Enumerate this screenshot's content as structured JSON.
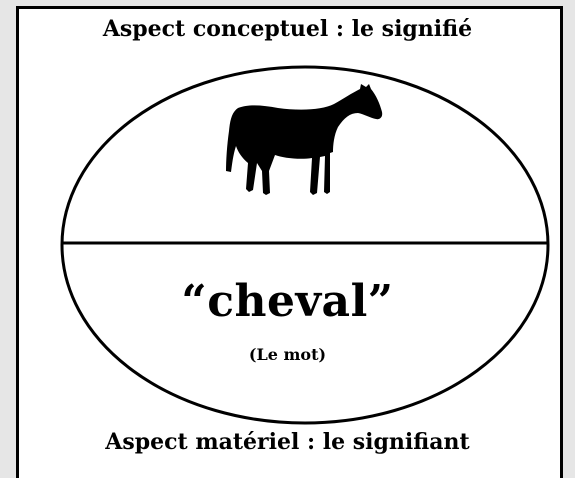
{
  "diagram": {
    "top_caption": "Aspect conceptuel : le signifié",
    "word": "“cheval”",
    "word_note": "(Le mot)",
    "bottom_caption": "Aspect matériel : le signifiant",
    "horse_icon": "horse-silhouette-icon",
    "colors": {
      "background": "#e6e6e6",
      "panel": "#ffffff",
      "ink": "#000000"
    }
  }
}
